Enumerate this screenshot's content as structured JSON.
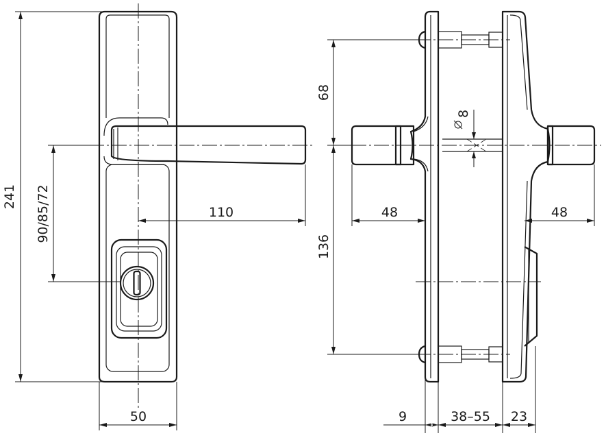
{
  "dimensions": {
    "overall_height": "241",
    "handle_axis_to_key": "90/85/72",
    "handle_length": "110",
    "plate_width": "50",
    "upper_bolt_to_axis": "68",
    "axis_to_lower_bolt": "136",
    "left_handle_projection": "48",
    "right_handle_projection": "48",
    "square_spindle": "8",
    "outer_plate_thickness": "9",
    "door_thickness_range": "38–55",
    "inner_plate_thickness": "23"
  }
}
